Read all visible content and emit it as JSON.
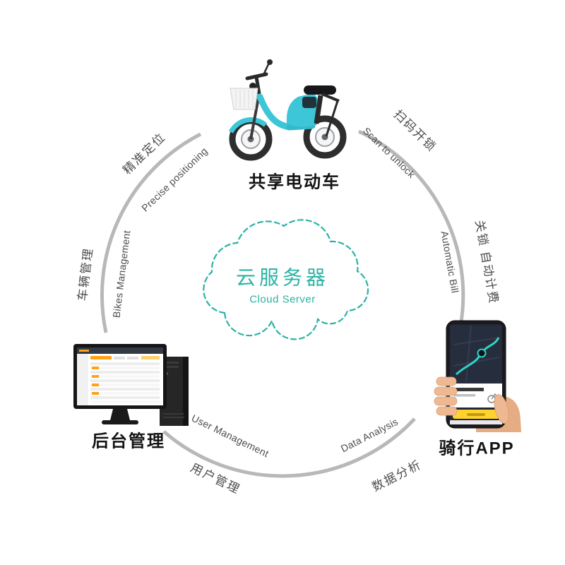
{
  "colors": {
    "teal": "#29b3a4",
    "bike_cyan": "#3cc6d8",
    "arc_gray": "#b8b8b8",
    "text_gray": "#4d4d4d",
    "heading_black": "#141414",
    "button_yellow": "#ffd22e",
    "accent_orange": "#ffa21a"
  },
  "cloud": {
    "title": "云服务器",
    "subtitle": "Cloud Server"
  },
  "nodes": {
    "bike": {
      "label": "共享电动车"
    },
    "admin": {
      "label": "后台管理"
    },
    "app": {
      "label": "骑行APP"
    }
  },
  "arc_labels": {
    "precise": {
      "zh": "精准定位",
      "en": "Precise positioning"
    },
    "bikes": {
      "zh": "车辆管理",
      "en": "Bikes Management"
    },
    "scan": {
      "zh": "扫码开锁",
      "en": "Scan to unlock"
    },
    "bill": {
      "zh": "关锁 自动计费",
      "en": "Automatic Bill"
    },
    "user": {
      "zh": "用户管理",
      "en": "User Management"
    },
    "data": {
      "zh": "数据分析",
      "en": "Data Analysis"
    }
  },
  "icons": {
    "cloud": "dashed-cloud-outline",
    "bike": "electric-bike-illustration",
    "admin": "desktop-computer-with-tower-illustration",
    "app": "hand-holding-phone-illustration",
    "arc": "segmented-circle-connector"
  }
}
